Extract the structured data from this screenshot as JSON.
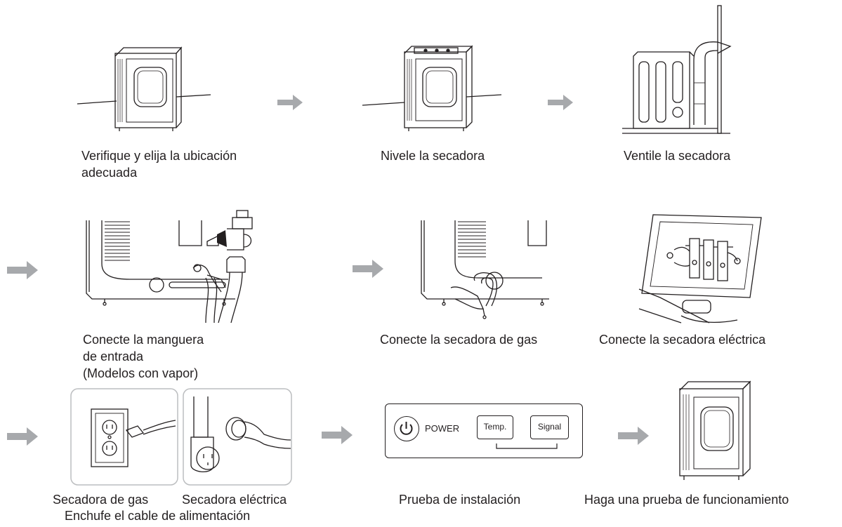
{
  "steps": {
    "location": "Verifique y elija la ubicación",
    "location_2": "adecuada",
    "level": "Nivele la secadora",
    "vent": "Ventile la secadora",
    "inlet_1": "Conecte la manguera",
    "inlet_2": "de entrada",
    "inlet_3": "(Modelos con vapor)",
    "gas": "Conecte la secadora de gas",
    "electric": "Conecte la secadora eléctrica",
    "plug_gas": "Secadora de gas",
    "plug_electric": "Secadora eléctrica",
    "plug": "Enchufe el cable de alimentación",
    "install_test": "Prueba de instalación",
    "run_test": "Haga una prueba de funcionamiento"
  },
  "panel": {
    "power_label": "POWER",
    "temp_label": "Temp.",
    "signal_label": "Signal"
  },
  "colors": {
    "arrow": "#a7a9ac",
    "line": "#231f20",
    "box_border": "#bcbec0"
  }
}
